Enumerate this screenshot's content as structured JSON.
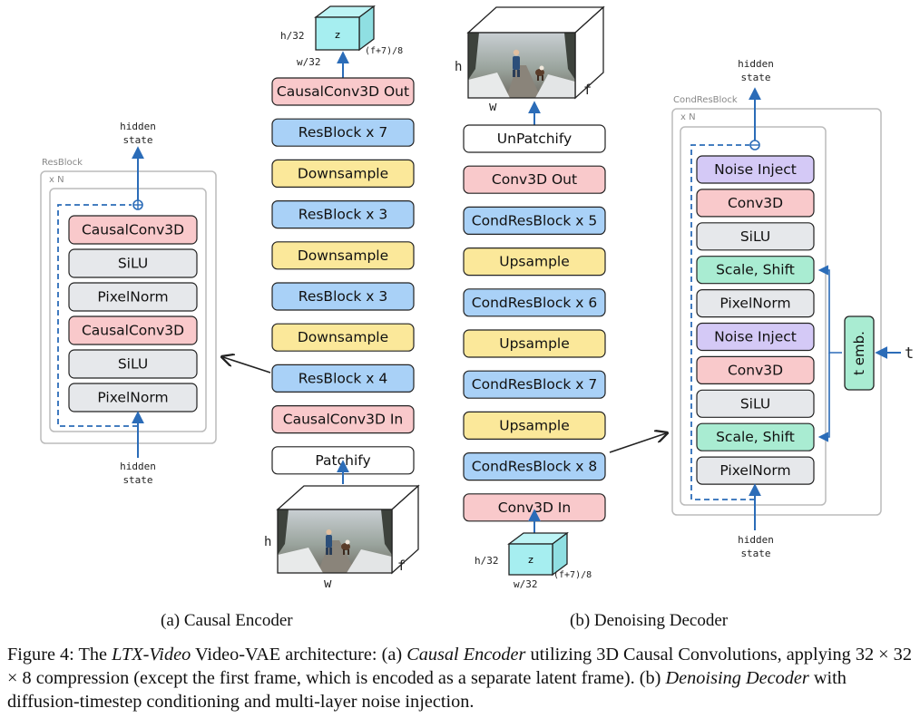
{
  "encoder": {
    "latent": {
      "label": "z",
      "h": "h/32",
      "w": "w/32",
      "f": "(f+7)/8"
    },
    "stack": [
      "CausalConv3D Out",
      "ResBlock x 7",
      "Downsample",
      "ResBlock x 3",
      "Downsample",
      "ResBlock x 3",
      "Downsample",
      "ResBlock x 4",
      "CausalConv3D In",
      "Patchify"
    ],
    "input": {
      "h": "h",
      "w": "w",
      "f": "f"
    }
  },
  "resblock": {
    "title": "ResBlock",
    "repeat": "x N",
    "layers": [
      "CausalConv3D",
      "SiLU",
      "PixelNorm",
      "CausalConv3D",
      "SiLU",
      "PixelNorm"
    ],
    "hidden_out": [
      "hidden",
      "state"
    ],
    "hidden_in": [
      "hidden",
      "state"
    ]
  },
  "decoder": {
    "output": {
      "h": "h",
      "w": "w",
      "f": "f"
    },
    "stack": [
      "UnPatchify",
      "Conv3D Out",
      "CondResBlock x 5",
      "Upsample",
      "CondResBlock x 6",
      "Upsample",
      "CondResBlock x 7",
      "Upsample",
      "CondResBlock x 8",
      "Conv3D In"
    ],
    "latent": {
      "label": "z",
      "h": "h/32",
      "w": "w/32",
      "f": "(f+7)/8"
    }
  },
  "condresblock": {
    "title": "CondResBlock",
    "repeat": "x N",
    "layers": [
      "Noise Inject",
      "Conv3D",
      "SiLU",
      "Scale, Shift",
      "PixelNorm",
      "Noise Inject",
      "Conv3D",
      "SiLU",
      "Scale, Shift",
      "PixelNorm"
    ],
    "temb": "t emb.",
    "t": "t",
    "hidden_out": [
      "hidden",
      "state"
    ],
    "hidden_in": [
      "hidden",
      "state"
    ]
  },
  "captions": {
    "a": "(a) Causal Encoder",
    "b": "(b) Denoising Decoder"
  },
  "figure_caption": {
    "label": "Figure 4:",
    "p1": "The",
    "model": "LTX-Video",
    "p2": "Video-VAE architecture: (a)",
    "enc": "Causal Encoder",
    "p3": "utilizing 3D Causal Convolutions, applying 32 × 32 × 8 compression (except the first frame, which is encoded as a separate latent frame). (b)",
    "dec": "Denoising Decoder",
    "p4": "with diffusion-timestep conditioning and multi-layer noise injection."
  },
  "colors": {
    "red": "#f9c9cb",
    "blue": "#a9d1f7",
    "yellow": "#fbe89a",
    "gray": "#e6e8eb",
    "white": "#ffffff",
    "purple": "#d4c9f6",
    "green": "#a9ecd2",
    "cyan": "#a6eef0",
    "arrow": "#2b6cb8"
  }
}
